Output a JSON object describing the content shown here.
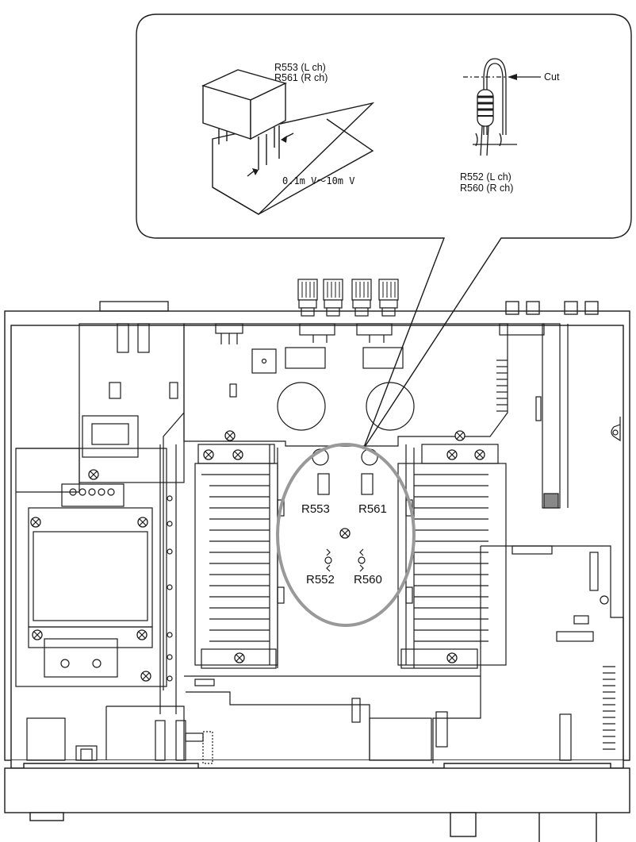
{
  "callout": {
    "resistor_top_line1": "R553 (L ch)",
    "resistor_top_line2": "R561 (R ch)",
    "measurement": "0.1m V～10m V",
    "cut_label": "Cut",
    "resistor_bottom_line1": "R552 (L ch)",
    "resistor_bottom_line2": "R560 (R ch)"
  },
  "board_labels": {
    "r553": "R553",
    "r561": "R561",
    "r552": "R552",
    "r560": "R560"
  },
  "colors": {
    "line": "#1a1a1a",
    "highlight_ring": "#999999",
    "fill": "#ffffff",
    "dark_fill": "#2a2a2a",
    "grey_fill": "#888888"
  }
}
